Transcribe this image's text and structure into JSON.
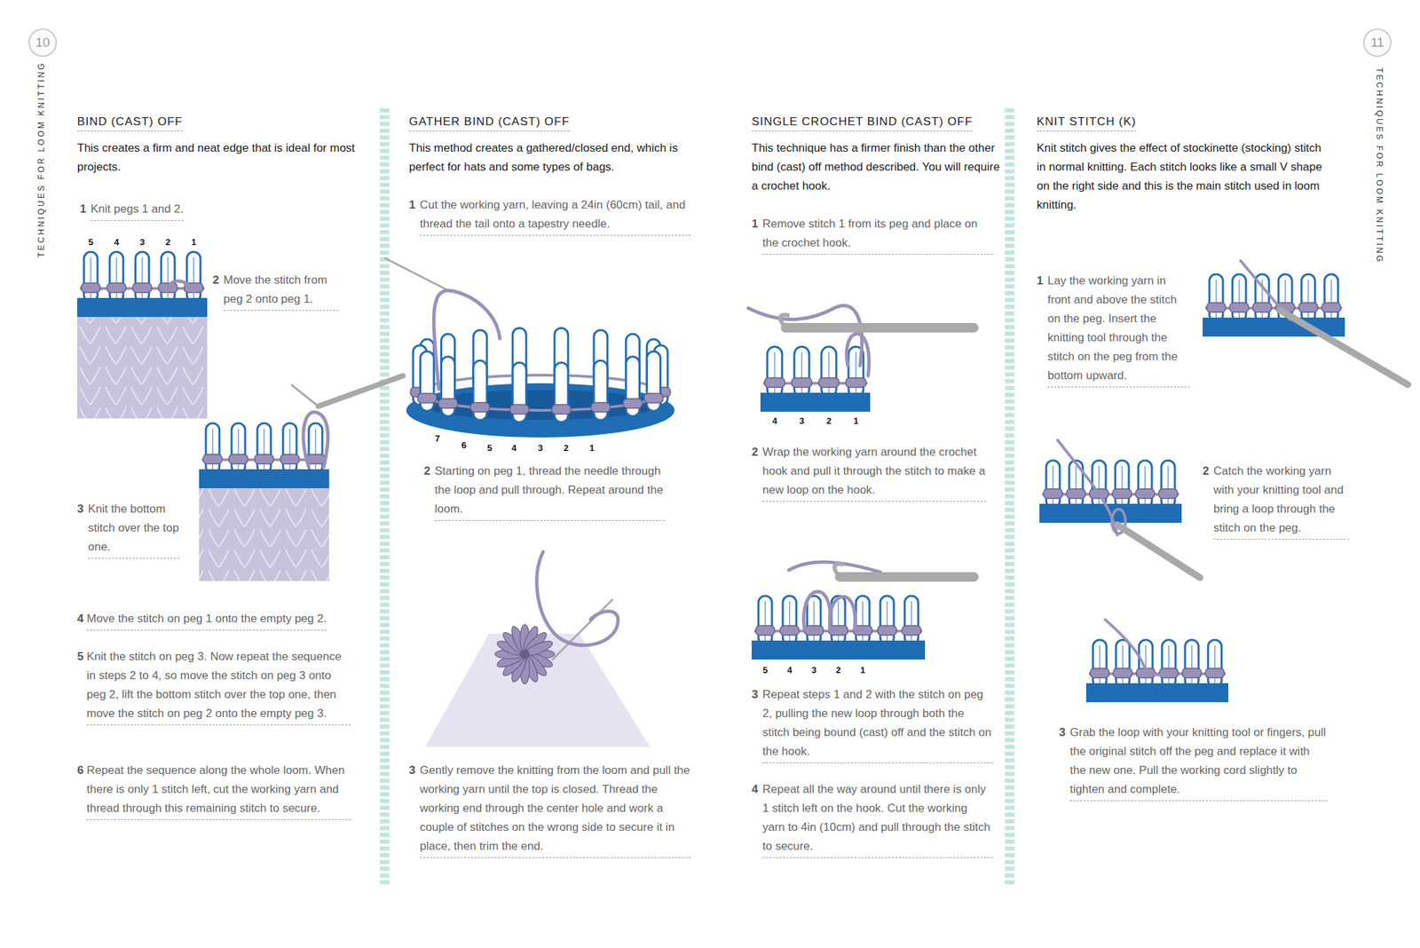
{
  "diagram": {
    "labels": [
      "10",
      "TECHNIQUES FOR LOOM KNITTING",
      "11",
      "TECHNIQUES FOR LOOM KNITTING",
      "BIND (CAST) OFF",
      "This creates a firm and neat edge that is ideal for most projects.",
      "1",
      "Knit pegs 1 and 2.",
      "5",
      "4",
      "3",
      "2",
      "1",
      "2",
      "Move the stitch from peg 2 onto peg 1.",
      "3",
      "Knit the bottom stitch over the top one.",
      "4",
      "Move the stitch on peg 1 onto the empty peg 2.",
      "5",
      "Knit the stitch on peg 3. Now repeat the sequence in steps 2 to 4, so move the stitch on peg 3 onto peg 2, lift the bottom stitch over the top one, then move the stitch on peg 2 onto the empty peg 3.",
      "6",
      "Repeat the sequence along the whole loom. When there is only 1 stitch left, cut the working yarn and thread through this remaining stitch to secure.",
      "GATHER BIND (CAST) OFF",
      "This method creates a gathered/closed end, which is perfect for hats and some types of bags.",
      "1",
      "Cut the working yarn, leaving a 24in (60cm) tail, and thread the tail onto a tapestry needle.",
      "7",
      "6",
      "5",
      "4",
      "3",
      "2",
      "1",
      "2",
      "Starting on peg 1, thread the needle through the loop and pull through. Repeat around the loom.",
      "3",
      "Gently remove the knitting from the loom and pull the working yarn until the top is closed. Thread the working end through the center hole and work a couple of stitches on the wrong side to secure it in place, then trim the end.",
      "SINGLE CROCHET BIND (CAST) OFF",
      "This technique has a firmer finish than the other bind (cast) off method described. You will require a crochet hook.",
      "1",
      "Remove stitch 1 from its peg and place on the crochet hook.",
      "4",
      "3",
      "2",
      "1",
      "2",
      "Wrap the working yarn around the crochet hook and pull it through the stitch to make a new loop on the hook.",
      "5",
      "4",
      "3",
      "2",
      "1",
      "3",
      "Repeat steps 1 and 2 with the stitch on peg 2, pulling the new loop through both the stitch being bound (cast) off and the stitch on the hook.",
      "4",
      "Repeat all the way around until there is only 1 stitch left on the hook. Cut the working yarn to 4in (10cm) and pull through the stitch to secure.",
      "KNIT STITCH (K)",
      "Knit stitch gives the effect of stockinette (stocking) stitch in normal knitting. Each stitch looks like a small V shape on the right side and this is the main stitch used in loom knitting.",
      "1",
      "Lay the working yarn in front and above the stitch on the peg. Insert the knitting tool through the stitch on the peg from the bottom upward.",
      "2",
      "Catch the working yarn with your knitting tool and bring a loop through the stitch on the peg.",
      "3",
      "Grab the loop with your knitting tool or fingers, pull the original stitch off the peg and replace it with the new one. Pull the working cord slightly to tighten and complete."
    ]
  }
}
